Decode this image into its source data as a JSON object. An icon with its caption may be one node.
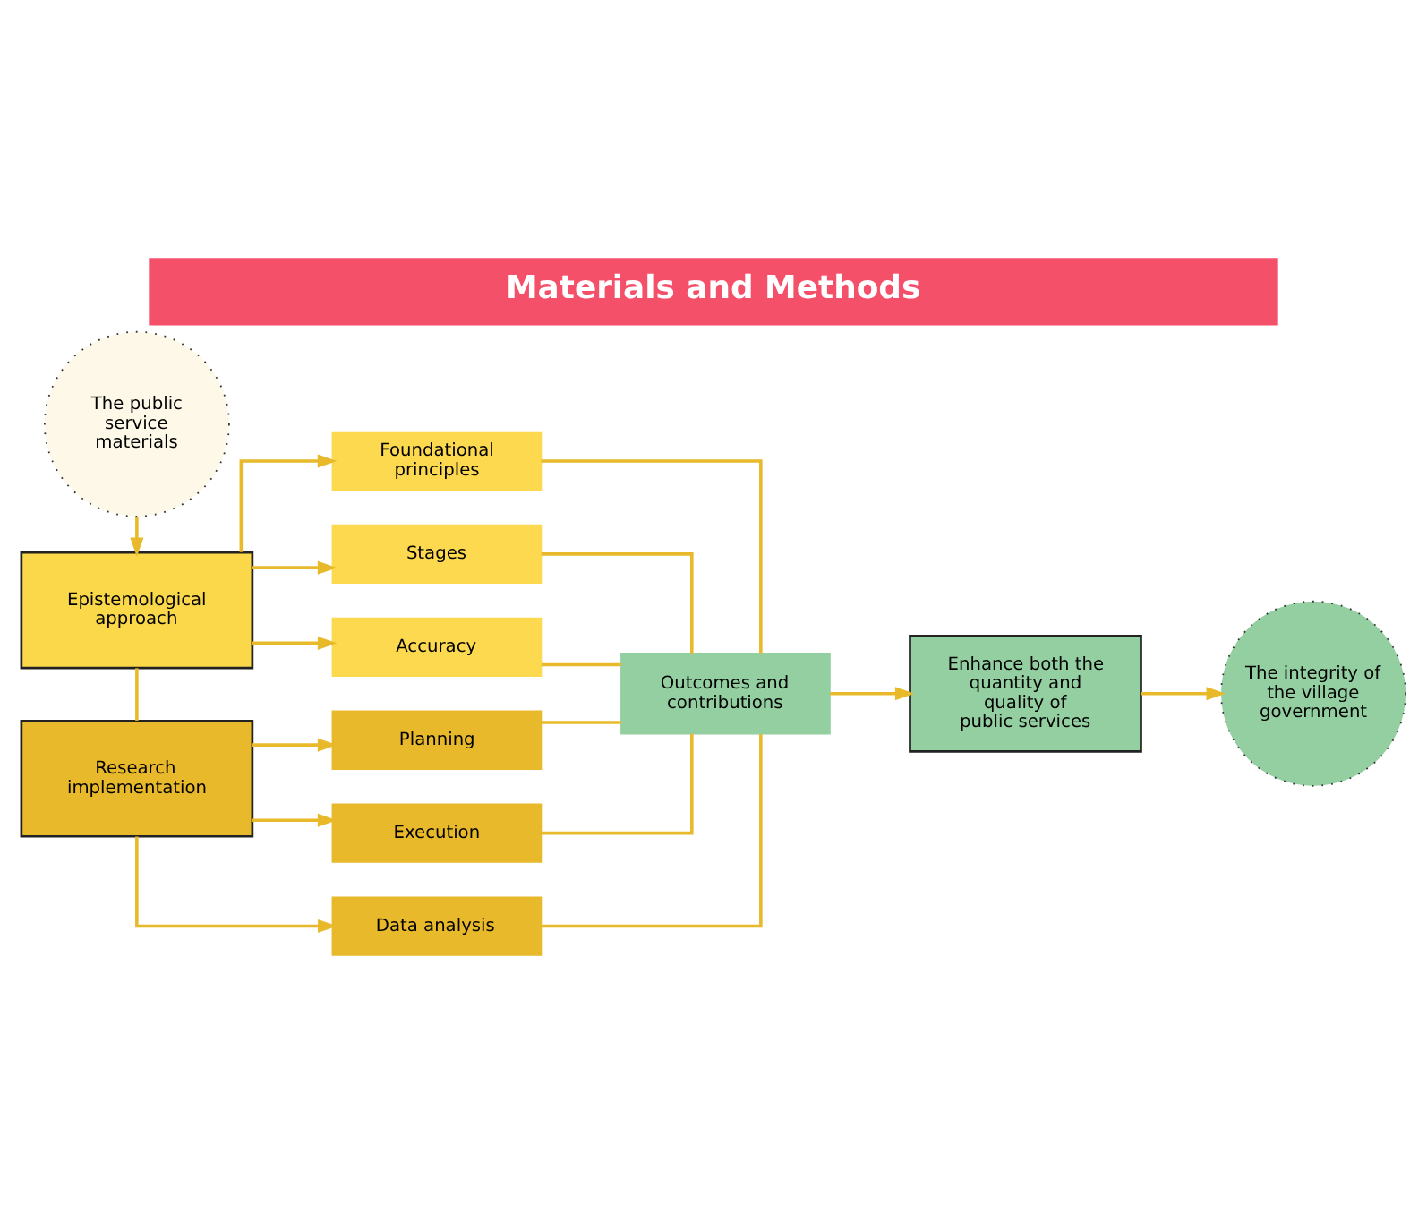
{
  "diagram": {
    "title": "Materials and Methods",
    "nodes": [
      {
        "text": [
          "The public service materials"
        ]
      },
      {
        "text": [
          "Epistemological approach"
        ]
      },
      {
        "text": [
          "Foundational principles"
        ]
      },
      {
        "text": [
          "Stages"
        ]
      },
      {
        "text": [
          "Accuracy"
        ]
      },
      {
        "text": [
          "Research implementation"
        ]
      },
      {
        "text": [
          "Planning"
        ]
      },
      {
        "text": [
          "Execution"
        ]
      },
      {
        "text": [
          "Data analysis"
        ]
      },
      {
        "text": [
          "Outcomes and contributions"
        ]
      },
      {
        "text": [
          "Enhance both the quantity and quality of public services"
        ]
      },
      {
        "text": [
          "The integrity of the village government"
        ]
      }
    ],
    "edges": [
      {
        "from": 0,
        "to": 1,
        "arrow": "to"
      },
      {
        "from": 1,
        "to": 2,
        "arrow": "to"
      },
      {
        "from": 1,
        "to": 3,
        "arrow": "to"
      },
      {
        "from": 1,
        "to": 4,
        "arrow": "to"
      },
      {
        "from": 1,
        "to": 5,
        "arrow": "none"
      },
      {
        "from": 5,
        "to": 6,
        "arrow": "to"
      },
      {
        "from": 5,
        "to": 7,
        "arrow": "to"
      },
      {
        "from": 5,
        "to": 8,
        "arrow": "to"
      },
      {
        "from": 2,
        "to": 9,
        "arrow": "none"
      },
      {
        "from": 3,
        "to": 9,
        "arrow": "none"
      },
      {
        "from": 4,
        "to": 9,
        "arrow": "none"
      },
      {
        "from": 6,
        "to": 9,
        "arrow": "none"
      },
      {
        "from": 7,
        "to": 9,
        "arrow": "none"
      },
      {
        "from": 8,
        "to": 9,
        "arrow": "none"
      },
      {
        "from": 9,
        "to": 10,
        "arrow": "to"
      },
      {
        "from": 10,
        "to": 11,
        "arrow": "to"
      }
    ]
  }
}
